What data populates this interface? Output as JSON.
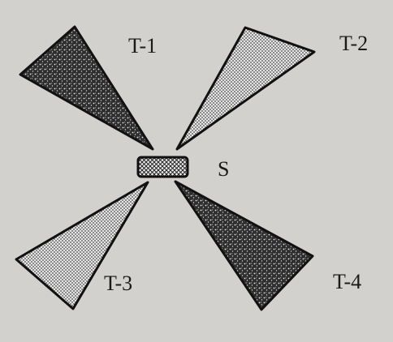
{
  "labels": {
    "t1": "T-1",
    "t2": "T-2",
    "t3": "T-3",
    "t4": "T-4",
    "sample": "S"
  },
  "colors": {
    "background": "#d3d1ce",
    "dark_fill": "#3a3a3a",
    "light_fill": "#8a8a8a",
    "outline": "#111111"
  }
}
